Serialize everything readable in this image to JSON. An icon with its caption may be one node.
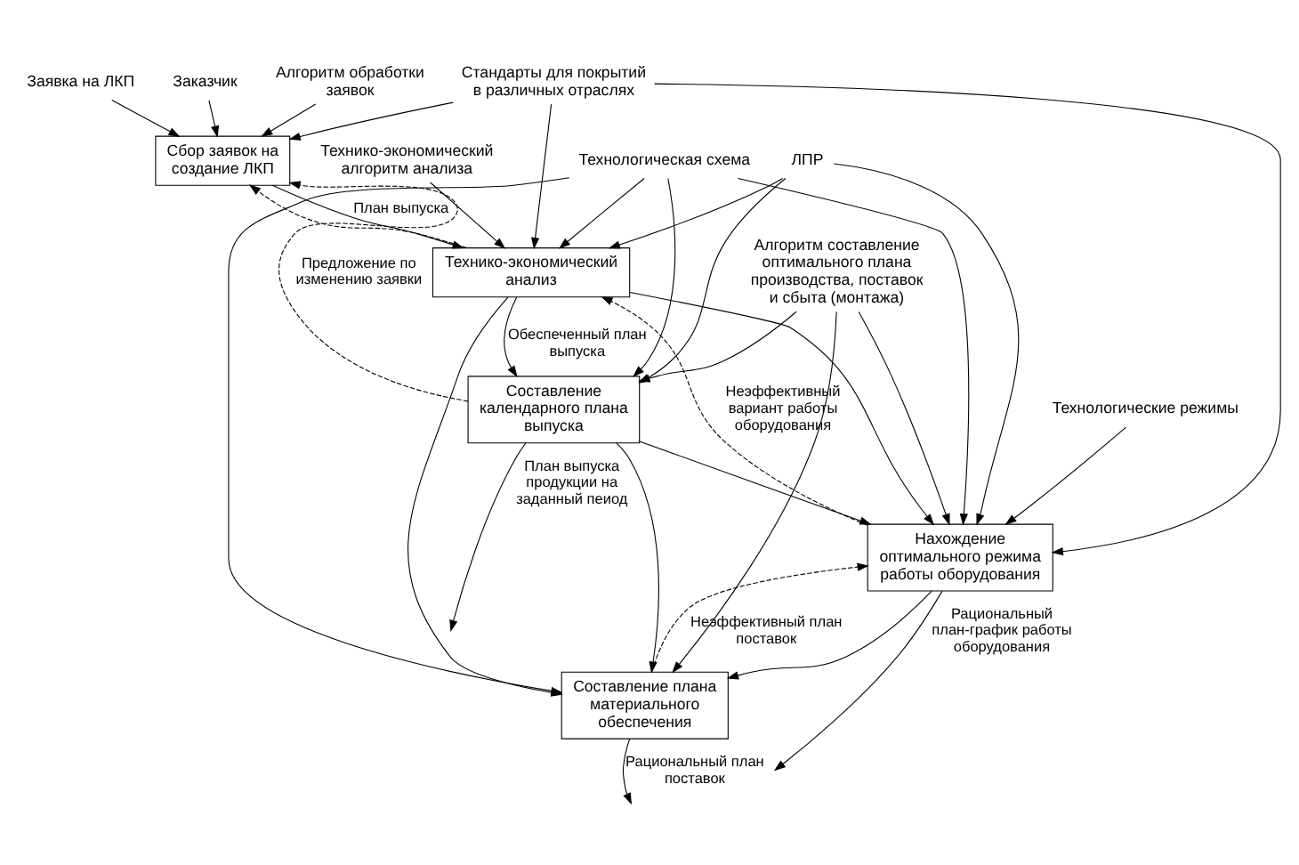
{
  "diagram": {
    "nodes": [
      {
        "text": [
          "Сбор заявок на создание ЛКП"
        ]
      },
      {
        "text": [
          "Технико-экономический анализ"
        ]
      },
      {
        "text": [
          "Составление календарного плана выпуска"
        ]
      },
      {
        "text": [
          "Нахождение оптимального режима работы оборудования"
        ]
      },
      {
        "text": [
          "Составление плана материального обеспечения"
        ]
      },
      {
        "text": [
          "Заказчик"
        ]
      },
      {
        "text": [
          "Алгоритм обработки заявок"
        ]
      },
      {
        "text": [
          "Заявка на ЛКП"
        ]
      },
      {
        "text": [
          "Технико-экономический алгоритм анализа"
        ]
      },
      {
        "text": [
          "ЛПР"
        ]
      },
      {
        "text": [
          "Алгоритм составление оптимального плана производства, поставок и сбыта (монтажа)"
        ]
      },
      {
        "text": [
          "Технологические режимы"
        ]
      },
      {
        "text": [
          "Стандарты для покрытий в различных отраслях"
        ]
      },
      {
        "text": [
          "Технологическая схема"
        ]
      }
    ],
    "edges": [
      {
        "from": 5,
        "to": 0,
        "arrow": "to"
      },
      {
        "from": 6,
        "to": 0,
        "arrow": "to"
      },
      {
        "from": 7,
        "to": 0,
        "arrow": "to"
      },
      {
        "from": 0,
        "to": 1,
        "arrow": "to",
        "label": "План выпуска"
      },
      {
        "from": 8,
        "to": 1,
        "arrow": "to"
      },
      {
        "from": 9,
        "to": 1,
        "arrow": "to"
      },
      {
        "from": 9,
        "to": 2,
        "arrow": "to"
      },
      {
        "from": 9,
        "to": 3,
        "arrow": "to"
      },
      {
        "from": 10,
        "to": 2,
        "arrow": "to"
      },
      {
        "from": 10,
        "to": 3,
        "arrow": "to"
      },
      {
        "from": 10,
        "to": 4,
        "arrow": "to"
      },
      {
        "from": 1,
        "to": 2,
        "arrow": "to",
        "label": "Обеспеченный план выпуска"
      },
      {
        "from": 1,
        "to": 3,
        "arrow": "to"
      },
      {
        "from": 1,
        "to": 4,
        "arrow": "to"
      },
      {
        "from": 2,
        "to": null,
        "arrow": "to",
        "label": "План выпуска продукции на заданный пеиод"
      },
      {
        "from": 2,
        "to": 3,
        "arrow": "to"
      },
      {
        "from": 2,
        "to": 4,
        "arrow": "to"
      },
      {
        "from": 3,
        "to": null,
        "arrow": "to",
        "label": "Рациональный план-график работы оборудования"
      },
      {
        "from": 3,
        "to": 4,
        "arrow": "to"
      },
      {
        "from": 4,
        "to": null,
        "arrow": "to",
        "label": "Рациональный план поставок"
      },
      {
        "from": 11,
        "to": 3,
        "arrow": "to"
      },
      {
        "from": 12,
        "to": 0,
        "arrow": "to"
      },
      {
        "from": 12,
        "to": 1,
        "arrow": "to"
      },
      {
        "from": 12,
        "to": 3,
        "arrow": "to"
      },
      {
        "from": 13,
        "to": 1,
        "arrow": "to"
      },
      {
        "from": 13,
        "to": 2,
        "arrow": "to"
      },
      {
        "from": 13,
        "to": 3,
        "arrow": "to"
      },
      {
        "from": 13,
        "to": 4,
        "arrow": "to"
      },
      {
        "from": 3,
        "to": 1,
        "arrow": "to",
        "style": "dashed",
        "label": "Неэффективный вариант работы оборудования"
      },
      {
        "from": 2,
        "to": 0,
        "arrow": "to",
        "style": "dashed",
        "label": "Предложение по изменению заявки"
      },
      {
        "from": 1,
        "to": 0,
        "arrow": "to",
        "style": "dashed"
      },
      {
        "from": 4,
        "to": 3,
        "arrow": "to",
        "style": "dashed",
        "label": "Неэффективный план поставок"
      }
    ]
  }
}
